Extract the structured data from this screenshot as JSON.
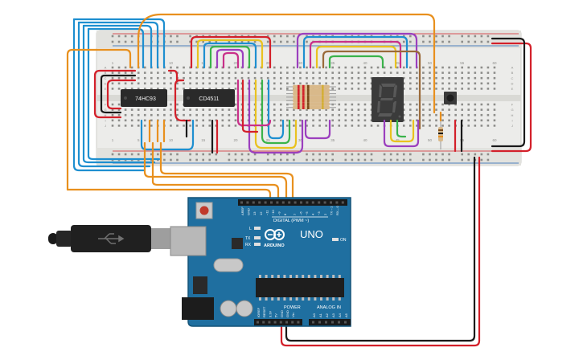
{
  "breadboard": {
    "columns": [
      "1",
      "5",
      "10",
      "15",
      "20",
      "25",
      "30",
      "35",
      "40",
      "45",
      "50",
      "55",
      "60"
    ],
    "rows": [
      "A",
      "B",
      "C",
      "D",
      "E",
      "F",
      "G",
      "H",
      "I",
      "J"
    ]
  },
  "chips": {
    "counter": "74HC93",
    "decoder": "CD4511"
  },
  "seven_segment": {
    "digit": "8"
  },
  "arduino": {
    "brand": "ARDUINO",
    "model": "UNO",
    "on_label": "ON",
    "digital_label": "DIGITAL (PWM ~)",
    "analog_label": "ANALOG IN",
    "power_label": "POWER",
    "led_labels": [
      "L",
      "TX",
      "RX"
    ],
    "digital_pins": [
      "AREF",
      "GND",
      "13",
      "12",
      "~11",
      "~10",
      "~9",
      "8",
      "7",
      "~6",
      "~5",
      "4",
      "~3",
      "2",
      "TX→1",
      "RX←0"
    ],
    "power_pins": [
      "IOREF",
      "RESET",
      "3.3V",
      "5V",
      "GND",
      "GND",
      "Vin"
    ],
    "analog_pins": [
      "A0",
      "A1",
      "A2",
      "A3",
      "A4",
      "A5"
    ]
  },
  "colors": {
    "board": "#1f6fa0",
    "breadboard": "#e8e8e4",
    "wire_red": "#d3202a",
    "wire_black": "#1a1a1a",
    "wire_orange": "#e8901e",
    "wire_blue": "#1e8fd0",
    "wire_purple": "#9b3fbe",
    "wire_green": "#3ab34a",
    "wire_yellow": "#e9c21f",
    "wire_brown": "#9a6a3a",
    "wire_magenta": "#c9308a"
  }
}
